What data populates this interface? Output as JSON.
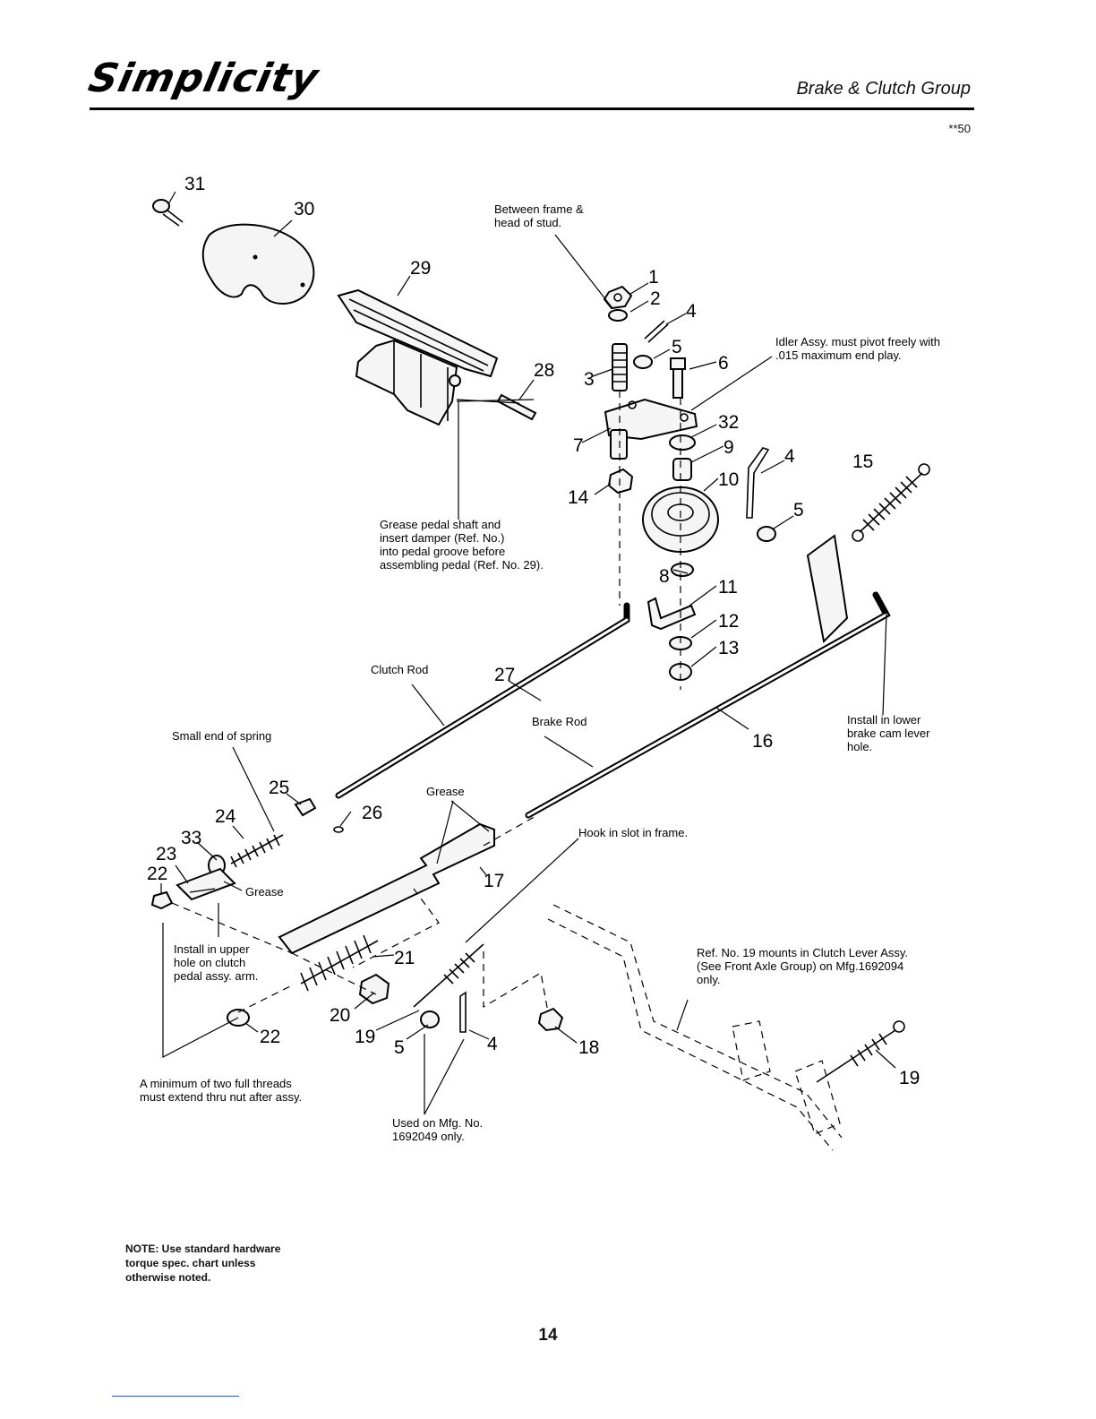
{
  "header": {
    "brand": "Simplicity",
    "section_title": "Brake & Clutch Group",
    "page_code": "**50"
  },
  "callouts": [
    "31",
    "30",
    "29",
    "28",
    "1",
    "2",
    "4",
    "3",
    "5",
    "6",
    "7",
    "32",
    "9",
    "14",
    "10",
    "4",
    "5",
    "15",
    "8",
    "11",
    "12",
    "13",
    "27",
    "16",
    "25",
    "26",
    "24",
    "33",
    "23",
    "22",
    "17",
    "21",
    "20",
    "19",
    "5",
    "4",
    "18",
    "22",
    "19"
  ],
  "annotations": {
    "between_frame": "Between frame &\nhead of stud.",
    "idler_assy": "Idler Assy. must pivot freely with\n.015 maximum end play.",
    "grease_pedal": "Grease pedal shaft and\ninsert damper (Ref. No.)\ninto pedal groove before\nassembling pedal (Ref. No. 29).",
    "clutch_rod": "Clutch Rod",
    "brake_rod": "Brake Rod",
    "install_lower": "Install in lower\nbrake cam lever\nhole.",
    "small_end": "Small end of spring",
    "grease_1": "Grease",
    "grease_2": "Grease",
    "hook_slot": "Hook in slot in frame.",
    "install_upper": "Install in upper\nhole on clutch\npedal assy. arm.",
    "ref19": "Ref. No. 19 mounts in Clutch Lever Assy.\n(See Front Axle Group) on Mfg.1692094\nonly.",
    "min_threads": "A minimum of two full threads\nmust extend thru nut after assy.",
    "used_on": "Used on Mfg. No.\n1692049 only."
  },
  "note": "NOTE: Use standard hardware\ntorque spec. chart unless\n otherwise noted.",
  "page_number": "14"
}
